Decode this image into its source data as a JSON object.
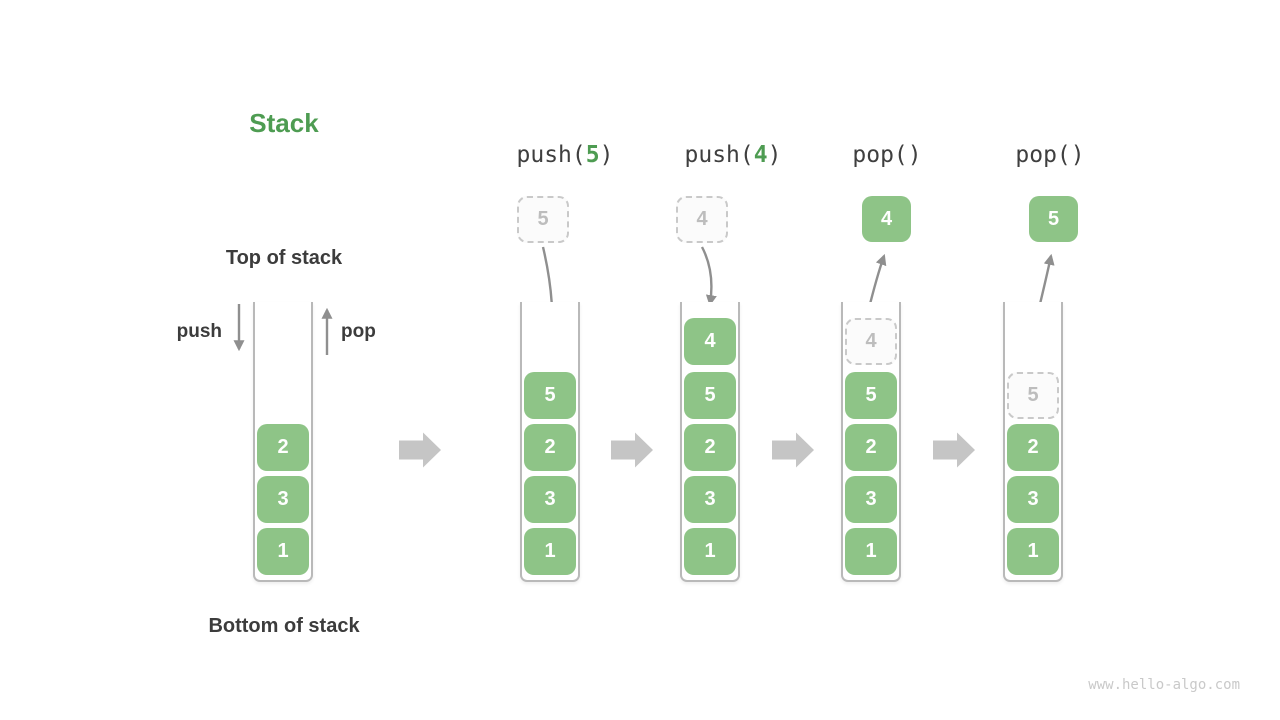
{
  "page": {
    "title": "Stack",
    "watermark": "www.hello-algo.com"
  },
  "colors": {
    "green_box": "#8ec487",
    "green_accent": "#4e9c52",
    "dark_text": "#3c3c3c",
    "code_text": "#3f3f3f",
    "arrow_gray": "#8f8f8f",
    "block_arrow_gray": "#c5c5c5",
    "container_border": "#b9b9b9",
    "dashed_border": "#c9c9c9",
    "dashed_fill": "#fbfbfb",
    "dashed_text": "#bdbdbd",
    "watermark_gray": "#c9c9c9",
    "background": "#ffffff"
  },
  "stack_labels": {
    "top": "Top of stack",
    "bottom": "Bottom of stack",
    "push": "push",
    "pop": "pop"
  },
  "initial_stack": {
    "values": [
      "2",
      "3",
      "1"
    ]
  },
  "operations": [
    {
      "label_prefix": "push(",
      "label_arg": "5",
      "label_suffix": ")",
      "floating_value": "5",
      "floating_style": "dashed",
      "cells": [
        {
          "value": "5",
          "style": "solid"
        },
        {
          "value": "2",
          "style": "solid"
        },
        {
          "value": "3",
          "style": "solid"
        },
        {
          "value": "1",
          "style": "solid"
        }
      ]
    },
    {
      "label_prefix": "push(",
      "label_arg": "4",
      "label_suffix": ")",
      "floating_value": "4",
      "floating_style": "dashed",
      "cells": [
        {
          "value": "4",
          "style": "solid"
        },
        {
          "value": "5",
          "style": "solid"
        },
        {
          "value": "2",
          "style": "solid"
        },
        {
          "value": "3",
          "style": "solid"
        },
        {
          "value": "1",
          "style": "solid"
        }
      ]
    },
    {
      "label_prefix": "pop(",
      "label_arg": "",
      "label_suffix": ")",
      "floating_value": "4",
      "floating_style": "solid",
      "cells": [
        {
          "value": "4",
          "style": "dashed"
        },
        {
          "value": "5",
          "style": "solid"
        },
        {
          "value": "2",
          "style": "solid"
        },
        {
          "value": "3",
          "style": "solid"
        },
        {
          "value": "1",
          "style": "solid"
        }
      ]
    },
    {
      "label_prefix": "pop(",
      "label_arg": "",
      "label_suffix": ")",
      "floating_value": "5",
      "floating_style": "solid",
      "cells": [
        {
          "value": "5",
          "style": "dashed"
        },
        {
          "value": "2",
          "style": "solid"
        },
        {
          "value": "3",
          "style": "solid"
        },
        {
          "value": "1",
          "style": "solid"
        }
      ]
    }
  ]
}
